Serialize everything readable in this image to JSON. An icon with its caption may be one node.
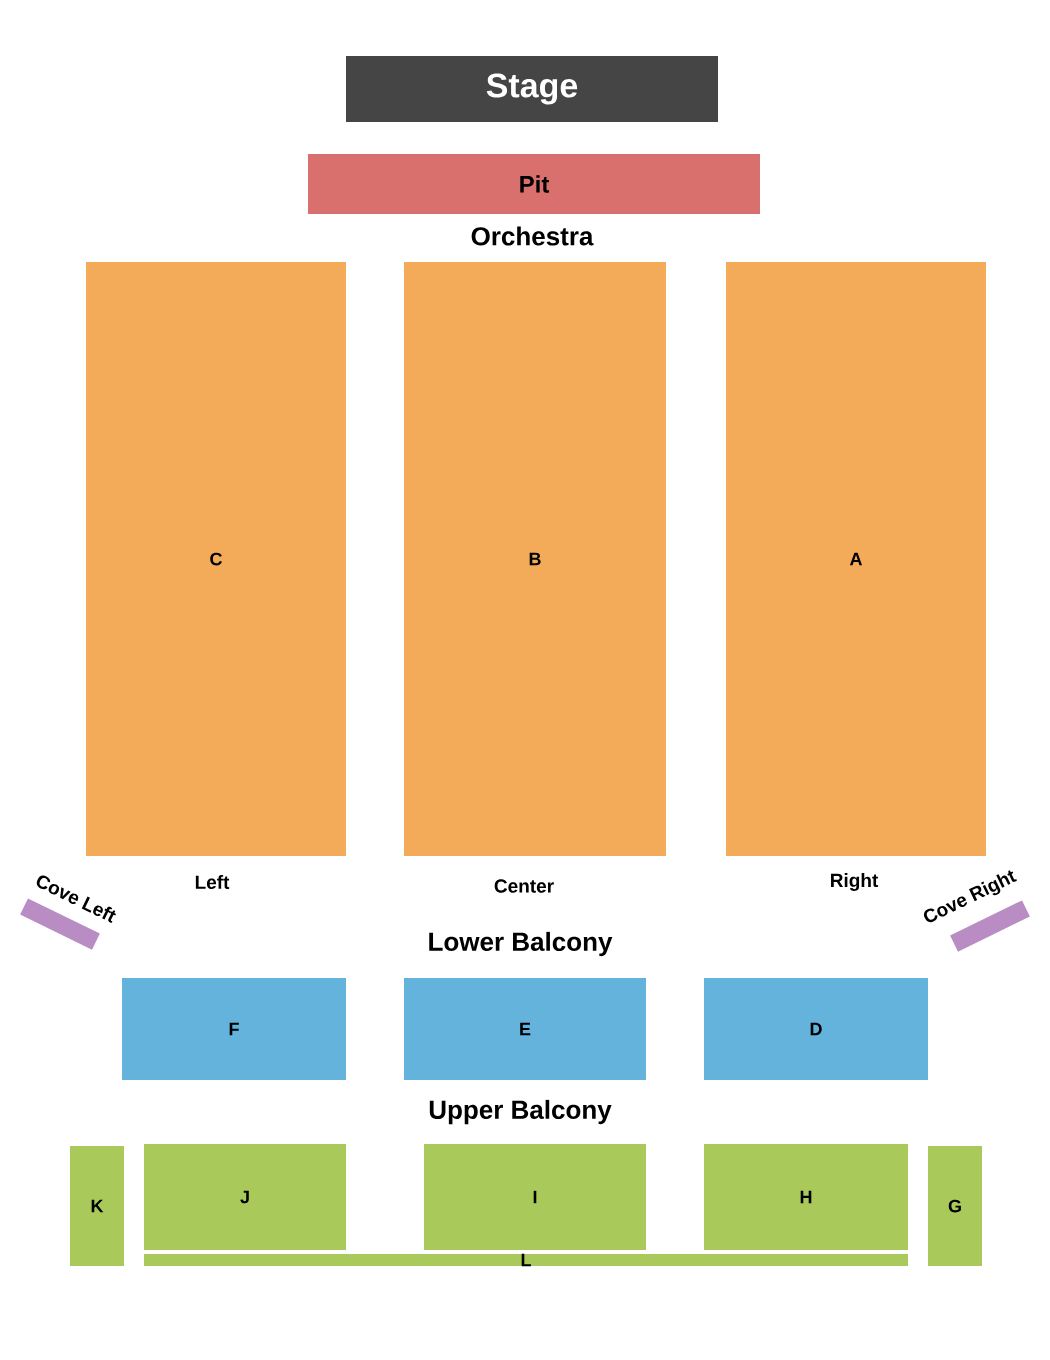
{
  "diagram": {
    "nodes": [
      {
        "text": [
          "Stage"
        ]
      },
      {
        "text": [
          "Pit"
        ]
      },
      {
        "text": [
          "C"
        ]
      },
      {
        "text": [
          "B"
        ]
      },
      {
        "text": [
          "A"
        ]
      },
      {
        "text": [
          "Cove Left"
        ]
      },
      {
        "text": [
          "Cove Right"
        ]
      },
      {
        "text": [
          "F"
        ]
      },
      {
        "text": [
          "E"
        ]
      },
      {
        "text": [
          "D"
        ]
      },
      {
        "text": [
          "K"
        ]
      },
      {
        "text": [
          "J"
        ]
      },
      {
        "text": [
          "I"
        ]
      },
      {
        "text": [
          "H"
        ]
      },
      {
        "text": [
          "G"
        ]
      },
      {
        "text": [
          "L"
        ]
      }
    ],
    "labels": [
      "Orchestra",
      "Left",
      "Center",
      "Right",
      "Lower Balcony",
      "Upper Balcony"
    ]
  }
}
